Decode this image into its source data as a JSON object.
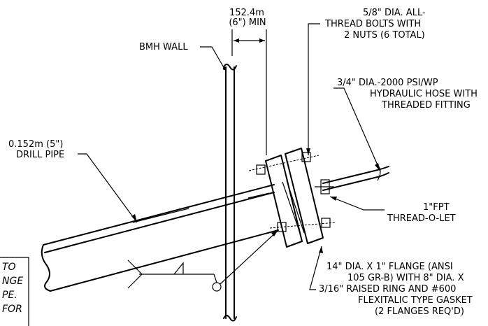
{
  "dimension": {
    "line1": "152.4m",
    "line2": "(6\") MIN"
  },
  "labels": {
    "bmh_wall": "BMH WALL",
    "bolts": [
      "5/8\" DIA. ALL-",
      "THREAD BOLTS WITH",
      "2 NUTS (6 TOTAL)"
    ],
    "hose": [
      "3/4\" DIA.-2000 PSI/WP",
      "HYDRAULIC HOSE WITH",
      "THREADED FITTING"
    ],
    "drill_pipe": [
      "0.152m (5\")",
      "DRILL PIPE"
    ],
    "threadolet": [
      "1\"FPT",
      "THREAD-O-LET"
    ],
    "flange": [
      "14\" DIA. X 1\" FLANGE (ANSI",
      "105 GR-B) WITH 8\" DIA. X",
      "3/16\" RAISED RING AND #600",
      "FLEXITALIC TYPE GASKET",
      "(2 FLANGES REQ'D)"
    ]
  },
  "note": [
    "TO",
    "NGE",
    "PE.",
    "FOR"
  ]
}
